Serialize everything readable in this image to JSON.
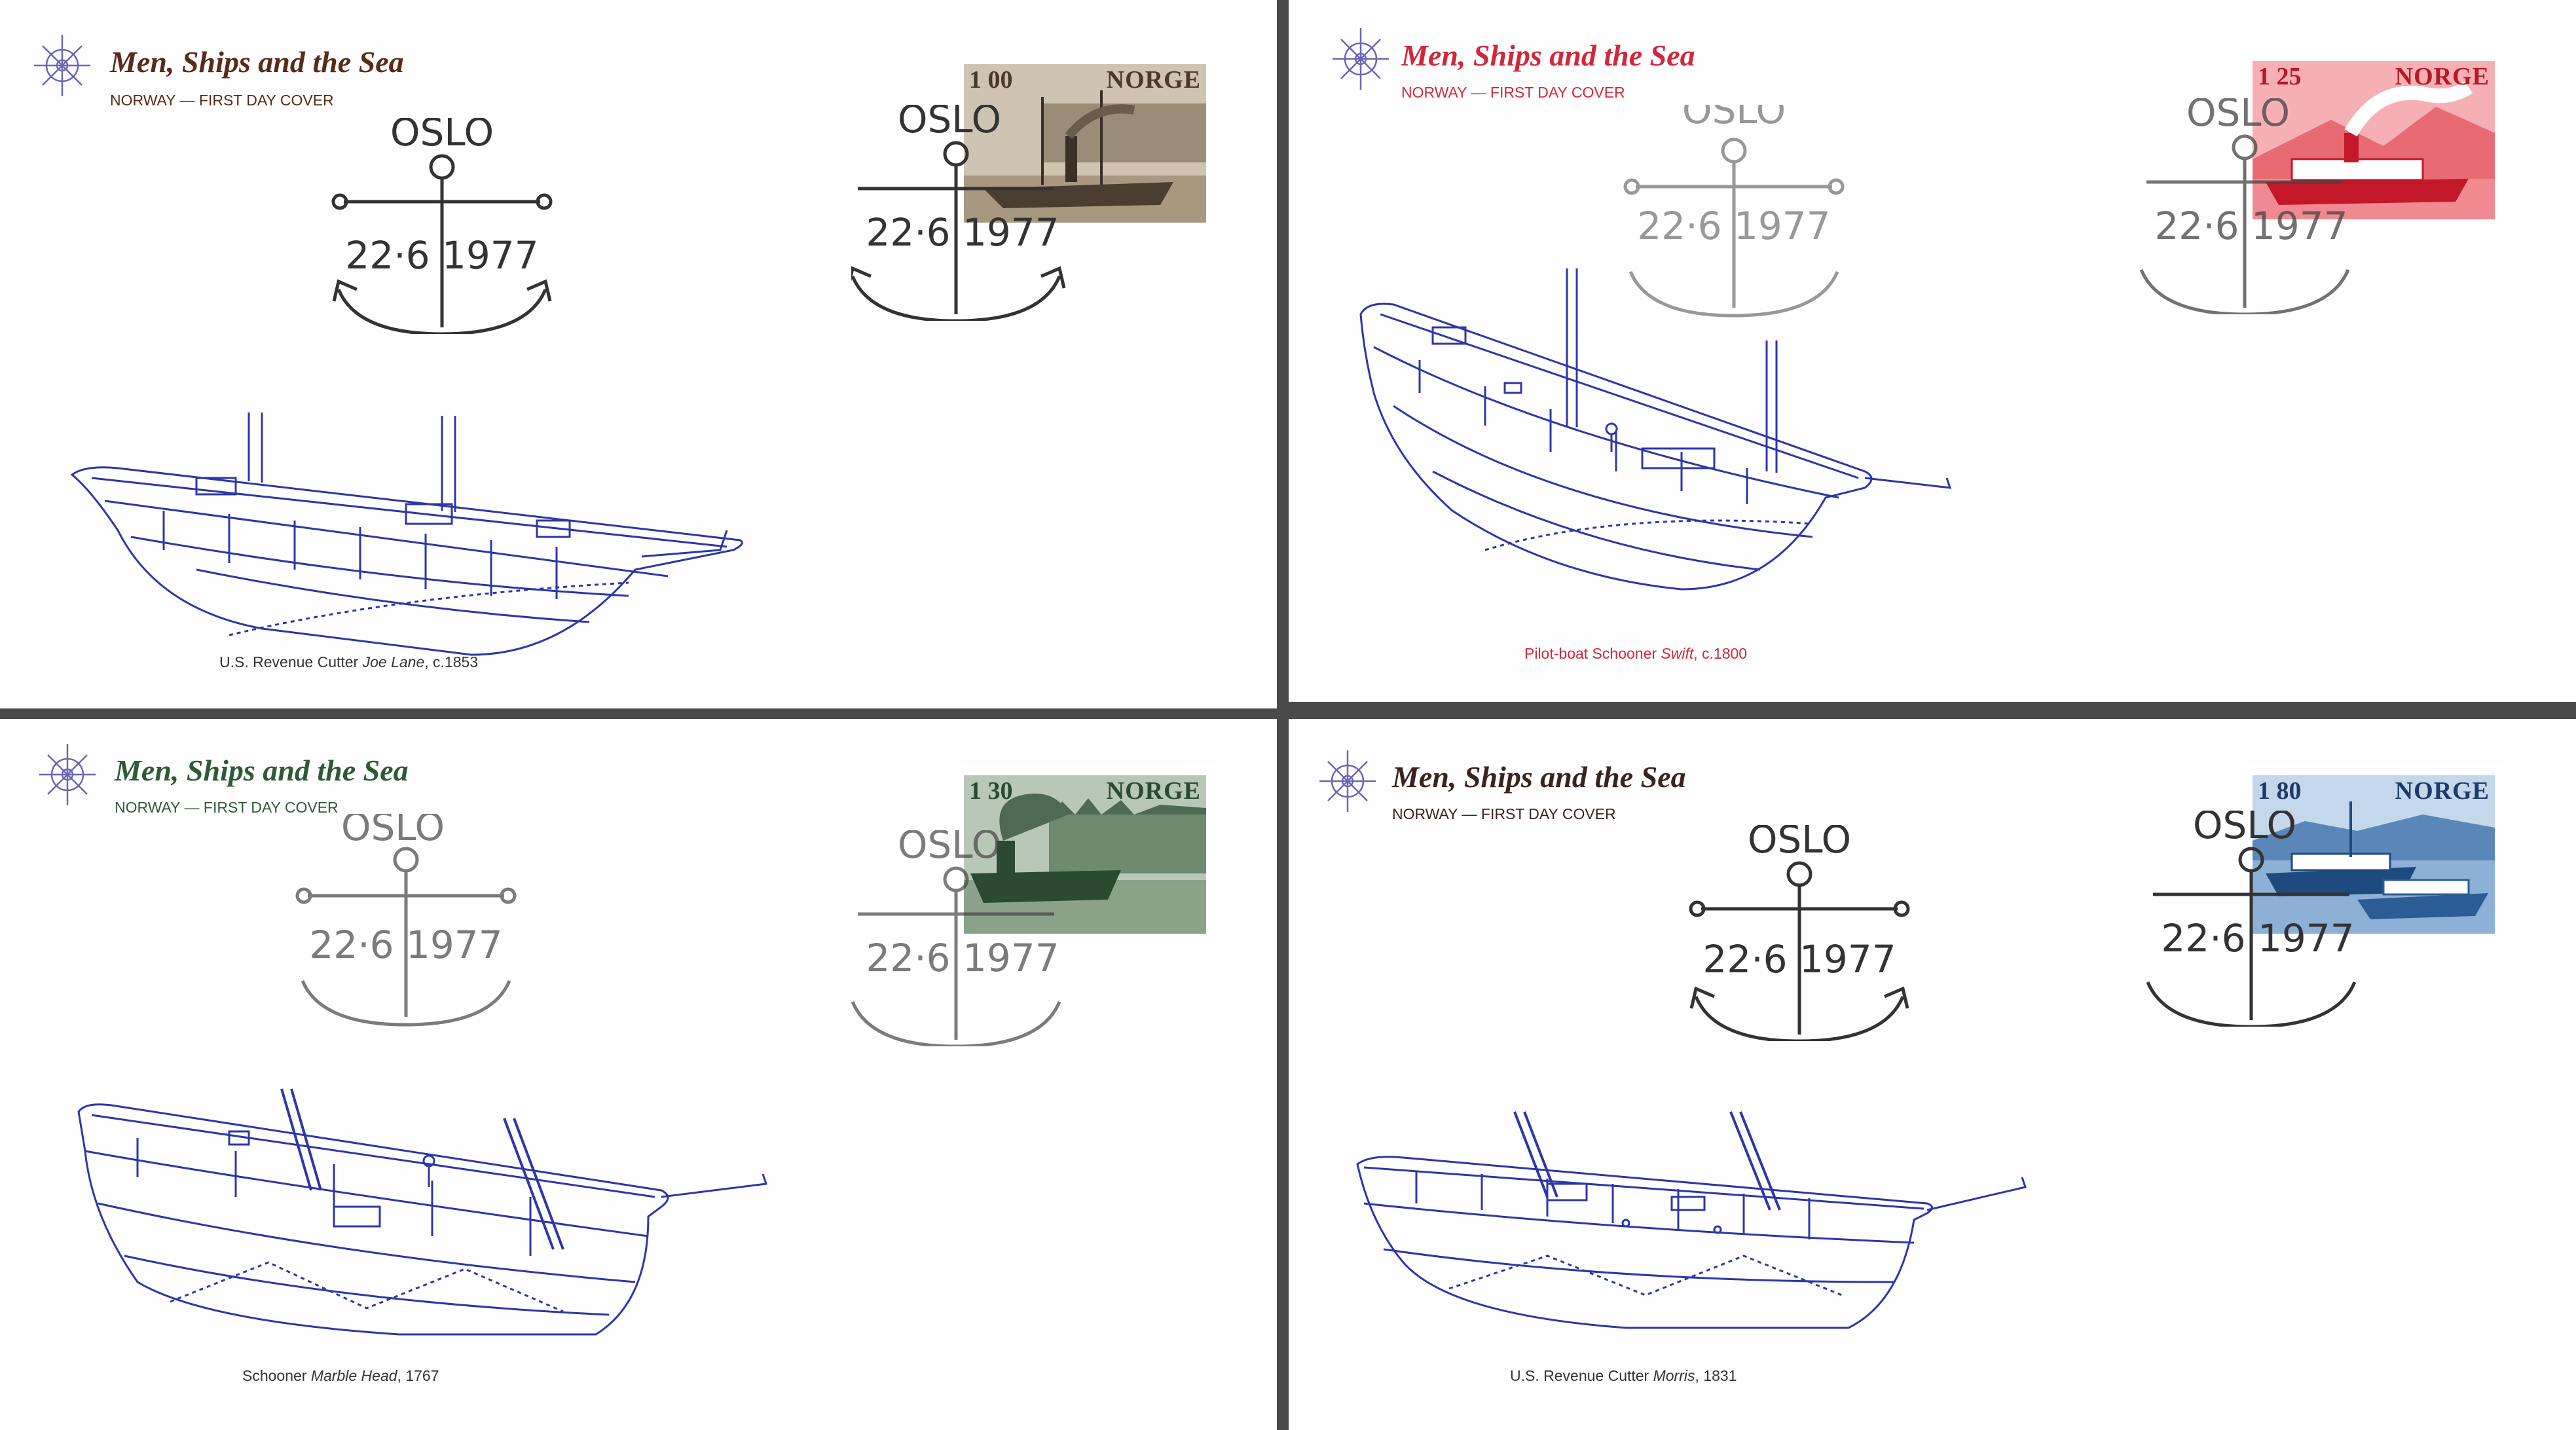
{
  "covers": [
    {
      "title": "Men, Ships and the Sea",
      "subtitle": "NORWAY — FIRST DAY COVER",
      "postmark_city": "OSLO",
      "postmark_date": "22·6 1977",
      "stamp_value": "1 00",
      "stamp_country": "NORGE",
      "caption_prefix": "U.S. Revenue Cutter ",
      "caption_name": "Joe Lane",
      "caption_suffix": ", c.1853",
      "title_color": "#5a2a1a",
      "caption_color": "#333333",
      "stamp_color": "#6e6050"
    },
    {
      "title": "Men, Ships and the Sea",
      "subtitle": "NORWAY — FIRST DAY COVER",
      "postmark_city": "OSLO",
      "postmark_date": "22·6 1977",
      "stamp_value": "1 25",
      "stamp_country": "NORGE",
      "caption_prefix": "Pilot-boat Schooner ",
      "caption_name": "Swift",
      "caption_suffix": ", c.1800",
      "title_color": "#d0283a",
      "caption_color": "#d0283a",
      "stamp_color": "#e2283a"
    },
    {
      "title": "Men, Ships and the Sea",
      "subtitle": "NORWAY — FIRST DAY COVER",
      "postmark_city": "OSLO",
      "postmark_date": "22·6 1977",
      "stamp_value": "1 30",
      "stamp_country": "NORGE",
      "caption_prefix": "Schooner ",
      "caption_name": "Marble Head",
      "caption_suffix": ", 1767",
      "title_color": "#2f5a3a",
      "caption_color": "#333333",
      "stamp_color": "#3d6448"
    },
    {
      "title": "Men, Ships and the Sea",
      "subtitle": "NORWAY — FIRST DAY COVER",
      "postmark_city": "OSLO",
      "postmark_date": "22·6 1977",
      "stamp_value": "1 80",
      "stamp_country": "NORGE",
      "caption_prefix": "U.S. Revenue Cutter ",
      "caption_name": "Morris",
      "caption_suffix": ", 1831",
      "title_color": "#3a2420",
      "caption_color": "#333333",
      "stamp_color": "#2c5c94"
    }
  ],
  "colors": {
    "ship_line": "#2e36a8",
    "wheel_line": "#6a66b4",
    "postmark_ink": "#333333",
    "background": "#4a4a4a"
  },
  "icons": {
    "emblem": "ship-wheel-icon",
    "postmark": "anchor-icon"
  }
}
